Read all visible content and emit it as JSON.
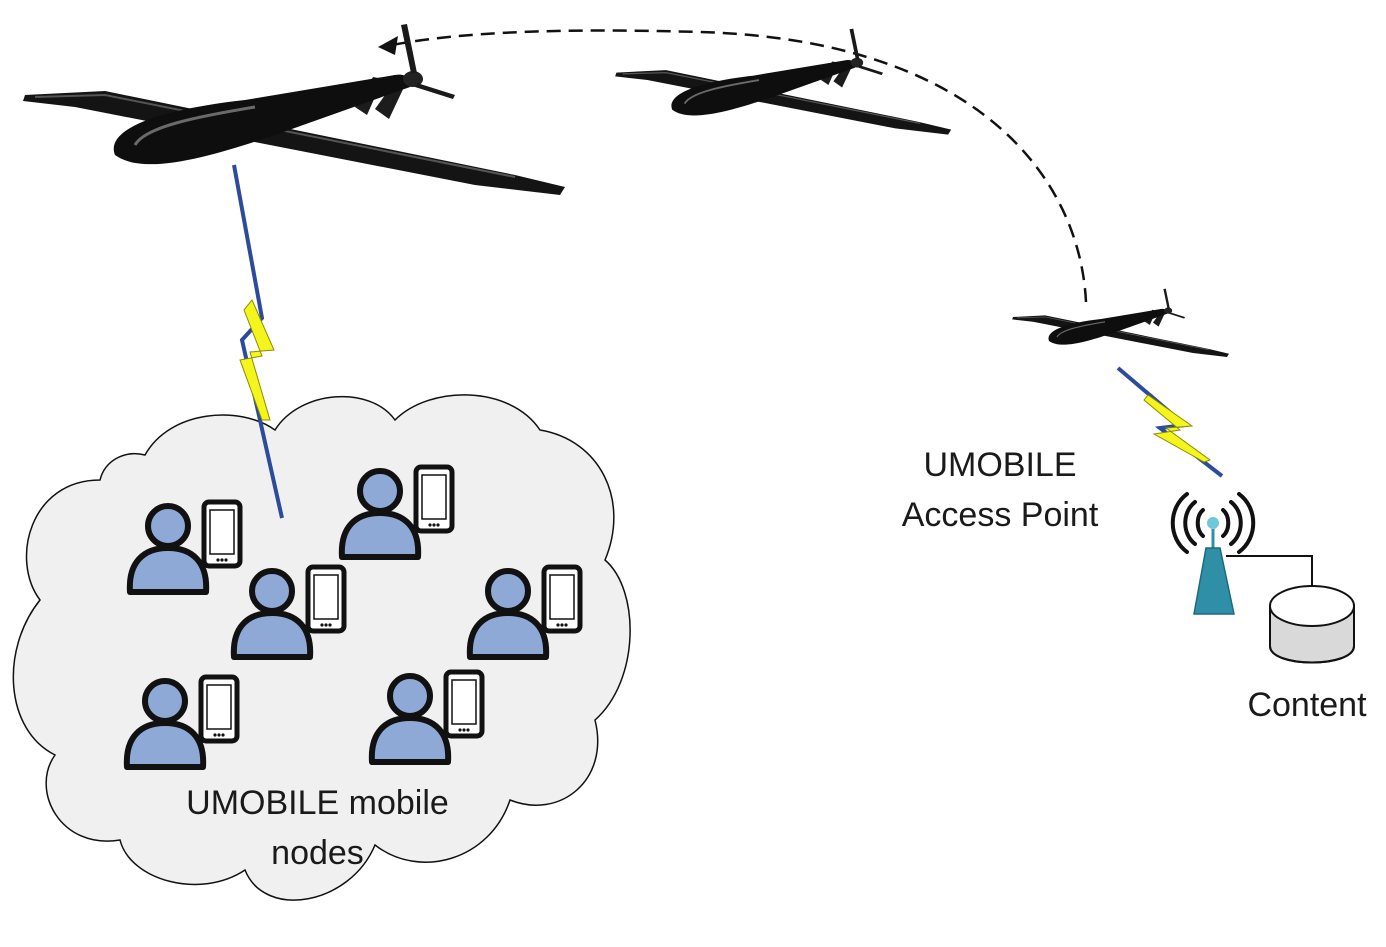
{
  "labels": {
    "access_point_line1": "UMOBILE",
    "access_point_line2": "Access Point",
    "mobile_nodes_line1": "UMOBILE mobile",
    "mobile_nodes_line2": "nodes",
    "content": "Content"
  },
  "icons": {
    "drone": "uav-drone-icon",
    "user": "user-icon",
    "phone": "smartphone-icon",
    "tower": "access-point-tower-icon",
    "storage": "content-storage-icon",
    "link": "wireless-link-icon"
  },
  "colors": {
    "cloud_fill": "#f0f0f0",
    "user_fill": "#8fa9d6",
    "tower_fill": "#2f8fa6",
    "bolt_yellow": "#f4f51c",
    "bolt_blue": "#2c4b9a",
    "drone_body": "#141414"
  }
}
